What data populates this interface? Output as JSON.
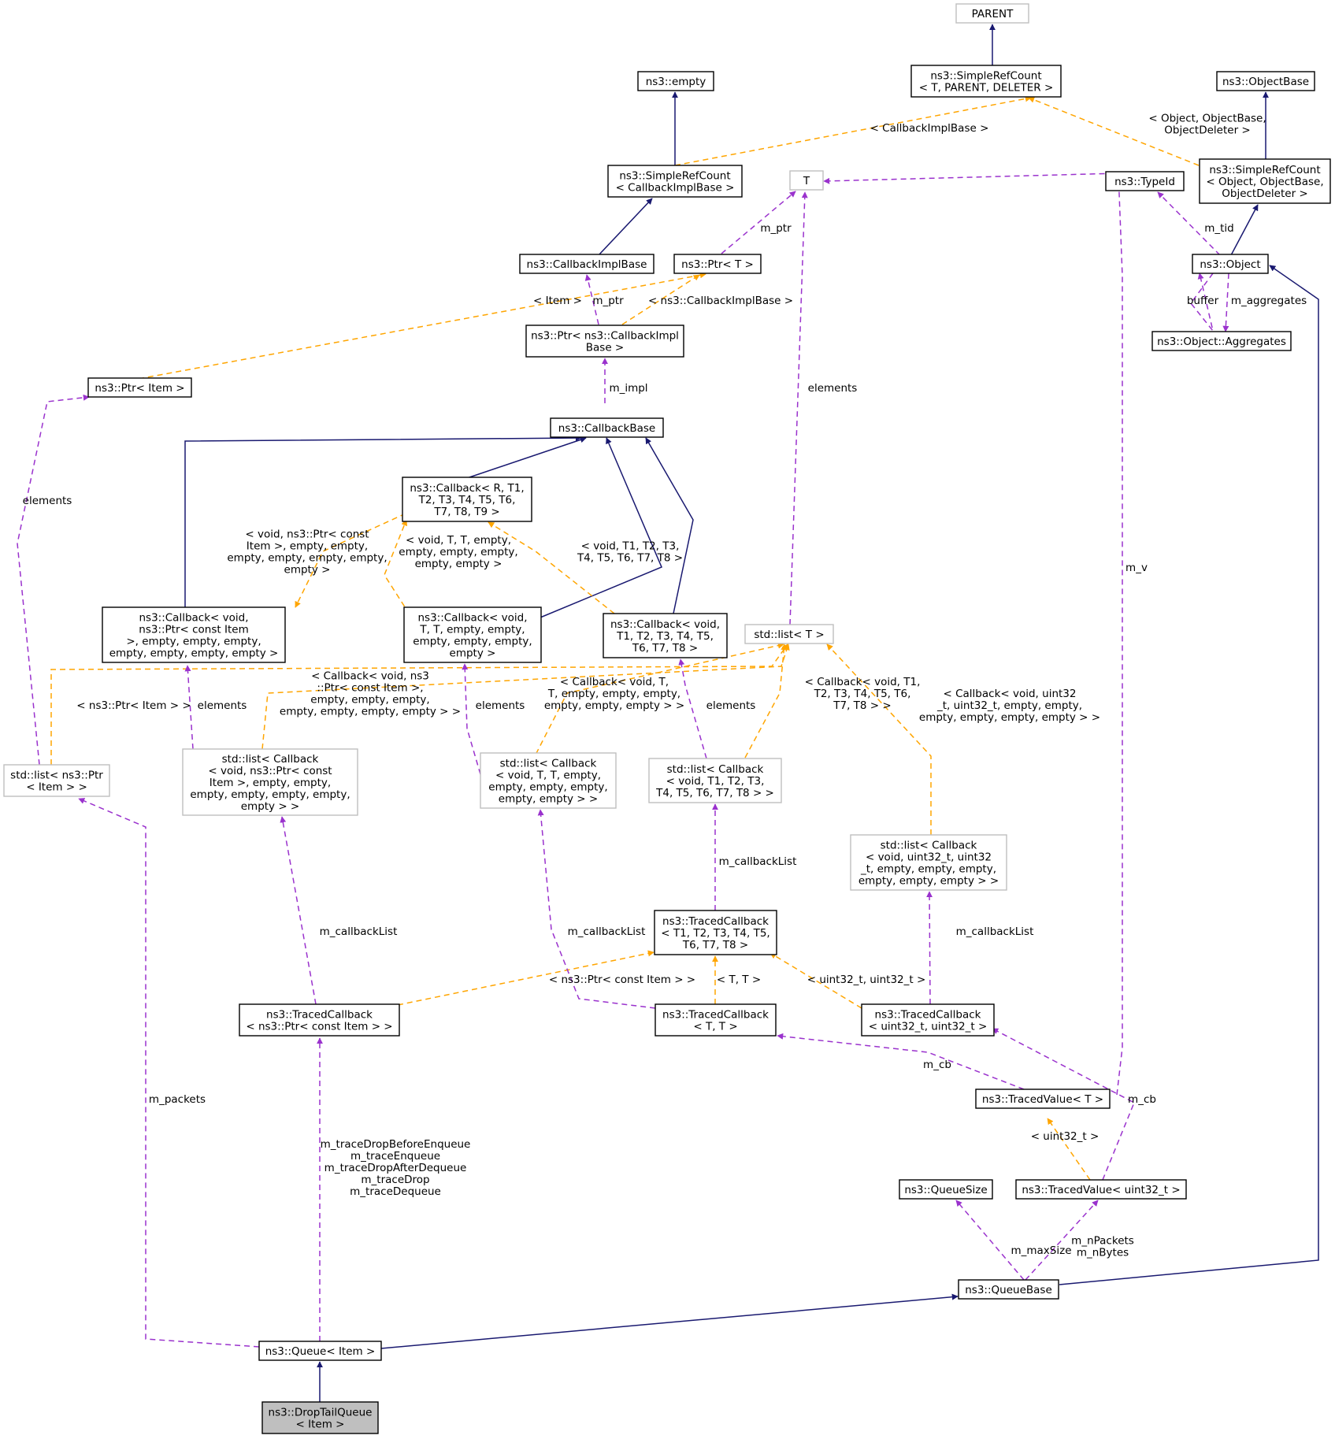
{
  "nodes": [
    {
      "id": "parent",
      "label": [
        "PARENT"
      ],
      "style": "gray"
    },
    {
      "id": "simplerefcount_t",
      "label": [
        "ns3::SimpleRefCount",
        "< T, PARENT, DELETER >"
      ]
    },
    {
      "id": "empty",
      "label": [
        "ns3::empty"
      ]
    },
    {
      "id": "objectbase",
      "label": [
        "ns3::ObjectBase"
      ]
    },
    {
      "id": "simplerefcount_cib",
      "label": [
        "ns3::SimpleRefCount",
        "< CallbackImplBase >"
      ]
    },
    {
      "id": "t",
      "label": [
        "T"
      ],
      "style": "gray"
    },
    {
      "id": "typeid",
      "label": [
        "ns3::TypeId"
      ]
    },
    {
      "id": "simplerefcount_obj",
      "label": [
        "ns3::SimpleRefCount",
        "< Object, ObjectBase,",
        "ObjectDeleter >"
      ]
    },
    {
      "id": "callbackimplbase",
      "label": [
        "ns3::CallbackImplBase"
      ]
    },
    {
      "id": "ptr_t",
      "label": [
        "ns3::Ptr< T >"
      ]
    },
    {
      "id": "object",
      "label": [
        "ns3::Object"
      ]
    },
    {
      "id": "ptr_cib",
      "label": [
        "ns3::Ptr< ns3::CallbackImpl",
        "Base >"
      ]
    },
    {
      "id": "aggregates",
      "label": [
        "ns3::Object::Aggregates"
      ]
    },
    {
      "id": "ptr_item",
      "label": [
        "ns3::Ptr< Item >"
      ]
    },
    {
      "id": "callbackbase",
      "label": [
        "ns3::CallbackBase"
      ]
    },
    {
      "id": "callback_r",
      "label": [
        "ns3::Callback< R, T1,",
        "T2, T3, T4, T5, T6,",
        "T7, T8, T9 >"
      ]
    },
    {
      "id": "callback_ptr",
      "label": [
        "ns3::Callback< void,",
        "ns3::Ptr< const Item",
        ">, empty, empty, empty,",
        "empty, empty, empty, empty >"
      ]
    },
    {
      "id": "callback_tt",
      "label": [
        "ns3::Callback< void,",
        "T, T, empty, empty,",
        "empty, empty, empty,",
        "empty >"
      ]
    },
    {
      "id": "callback_t1",
      "label": [
        "ns3::Callback< void,",
        "T1, T2, T3, T4, T5,",
        "T6, T7, T8 >"
      ]
    },
    {
      "id": "stdlist_t",
      "label": [
        "std::list< T >"
      ],
      "style": "gray"
    },
    {
      "id": "stdlist_ptritem",
      "label": [
        "std::list< ns3::Ptr",
        "< Item > >"
      ],
      "style": "gray"
    },
    {
      "id": "stdlist_cbptr",
      "label": [
        "std::list< Callback",
        "< void, ns3::Ptr< const",
        "Item >, empty, empty,",
        "empty, empty, empty, empty,",
        "empty > >"
      ],
      "style": "gray"
    },
    {
      "id": "stdlist_cbtt",
      "label": [
        "std::list< Callback",
        "< void, T, T, empty,",
        "empty, empty, empty,",
        "empty, empty > >"
      ],
      "style": "gray"
    },
    {
      "id": "stdlist_cbt1",
      "label": [
        "std::list< Callback",
        "< void, T1, T2, T3,",
        "T4, T5, T6, T7, T8 > >"
      ],
      "style": "gray"
    },
    {
      "id": "stdlist_cbu32",
      "label": [
        "std::list< Callback",
        "< void, uint32_t, uint32",
        "_t, empty, empty, empty,",
        "empty, empty, empty > >"
      ],
      "style": "gray"
    },
    {
      "id": "tracedcallback_t1",
      "label": [
        "ns3::TracedCallback",
        "< T1, T2, T3, T4, T5,",
        "T6, T7, T8 >"
      ]
    },
    {
      "id": "tracedcallback_ptr",
      "label": [
        "ns3::TracedCallback",
        "< ns3::Ptr< const Item > >"
      ]
    },
    {
      "id": "tracedcallback_tt",
      "label": [
        "ns3::TracedCallback",
        "< T, T >"
      ]
    },
    {
      "id": "tracedcallback_u32",
      "label": [
        "ns3::TracedCallback",
        "< uint32_t, uint32_t >"
      ]
    },
    {
      "id": "tracedvalue_t",
      "label": [
        "ns3::TracedValue< T >"
      ]
    },
    {
      "id": "queuesize",
      "label": [
        "ns3::QueueSize"
      ]
    },
    {
      "id": "tracedvalue_u32",
      "label": [
        "ns3::TracedValue< uint32_t >"
      ]
    },
    {
      "id": "queuebase",
      "label": [
        "ns3::QueueBase"
      ]
    },
    {
      "id": "queue_item",
      "label": [
        "ns3::Queue< Item >"
      ]
    },
    {
      "id": "droptailqueue",
      "label": [
        "ns3::DropTailQueue",
        "< Item >"
      ],
      "style": "focus"
    }
  ],
  "edges": [
    {
      "from": "parent",
      "to": "simplerefcount_t",
      "kind": "inheritance"
    },
    {
      "from": "empty",
      "to": "simplerefcount_cib",
      "kind": "inheritance"
    },
    {
      "from": "simplerefcount_t",
      "to": "simplerefcount_cib",
      "kind": "template",
      "label": [
        "< CallbackImplBase >"
      ]
    },
    {
      "from": "simplerefcount_t",
      "to": "simplerefcount_obj",
      "kind": "template",
      "label": [
        "< Object, ObjectBase,",
        "ObjectDeleter >"
      ]
    },
    {
      "from": "objectbase",
      "to": "simplerefcount_obj",
      "kind": "inheritance"
    },
    {
      "from": "simplerefcount_cib",
      "to": "callbackimplbase",
      "kind": "inheritance"
    },
    {
      "from": "simplerefcount_obj",
      "to": "object",
      "kind": "inheritance"
    },
    {
      "from": "t",
      "to": "ptr_t",
      "kind": "usage",
      "label": [
        "m_ptr"
      ]
    },
    {
      "from": "typeid",
      "to": "object",
      "kind": "usage",
      "label": [
        "m_tid"
      ]
    },
    {
      "from": "object",
      "to": "aggregates",
      "kind": "usage",
      "label": [
        "buffer"
      ]
    },
    {
      "from": "aggregates",
      "to": "object",
      "kind": "usage",
      "label": [
        "m_aggregates"
      ]
    },
    {
      "from": "callbackimplbase",
      "to": "ptr_cib",
      "kind": "usage",
      "label": [
        "m_ptr"
      ]
    },
    {
      "from": "ptr_t",
      "to": "ptr_cib",
      "kind": "template",
      "label": [
        "< ns3::CallbackImplBase >"
      ]
    },
    {
      "from": "ptr_t",
      "to": "ptr_item",
      "kind": "template",
      "label": [
        "< Item >"
      ]
    },
    {
      "from": "ptr_cib",
      "to": "callbackbase",
      "kind": "usage",
      "label": [
        "m_impl"
      ]
    },
    {
      "from": "callbackbase",
      "to": "callback_r",
      "kind": "inheritance"
    },
    {
      "from": "callbackbase",
      "to": "callback_ptr",
      "kind": "inheritance"
    },
    {
      "from": "callbackbase",
      "to": "callback_tt",
      "kind": "inheritance"
    },
    {
      "from": "callbackbase",
      "to": "callback_t1",
      "kind": "inheritance"
    },
    {
      "from": "callback_r",
      "to": "callback_ptr",
      "kind": "template",
      "label": [
        "< void, ns3::Ptr< const",
        "Item >, empty, empty,",
        "empty, empty, empty, empty,",
        "empty >"
      ]
    },
    {
      "from": "callback_r",
      "to": "callback_tt",
      "kind": "template",
      "label": [
        "< void, T, T, empty,",
        "empty, empty, empty,",
        "empty, empty >"
      ]
    },
    {
      "from": "callback_r",
      "to": "callback_t1",
      "kind": "template",
      "label": [
        "< void, T1, T2, T3,",
        "T4, T5, T6, T7, T8 >"
      ]
    },
    {
      "from": "t",
      "to": "stdlist_t",
      "kind": "usage",
      "label": [
        "elements"
      ]
    },
    {
      "from": "ptr_item",
      "to": "stdlist_ptritem",
      "kind": "usage",
      "label": [
        "elements"
      ]
    },
    {
      "from": "stdlist_t",
      "to": "stdlist_ptritem",
      "kind": "template",
      "label": [
        "< ns3::Ptr< Item > >"
      ]
    },
    {
      "from": "callback_ptr",
      "to": "stdlist_cbptr",
      "kind": "usage",
      "label": [
        "elements"
      ]
    },
    {
      "from": "stdlist_t",
      "to": "stdlist_cbptr",
      "kind": "template",
      "label": [
        "< Callback< void, ns3",
        "::Ptr< const Item >,",
        "empty, empty, empty,",
        "empty, empty, empty, empty > >"
      ]
    },
    {
      "from": "callback_tt",
      "to": "stdlist_cbtt",
      "kind": "usage",
      "label": [
        "elements"
      ]
    },
    {
      "from": "stdlist_t",
      "to": "stdlist_cbtt",
      "kind": "template",
      "label": [
        "< Callback< void, T,",
        "T, empty, empty, empty,",
        "empty, empty, empty > >"
      ]
    },
    {
      "from": "callback_t1",
      "to": "stdlist_cbt1",
      "kind": "usage",
      "label": [
        "elements"
      ]
    },
    {
      "from": "stdlist_t",
      "to": "stdlist_cbt1",
      "kind": "template",
      "label": [
        "< Callback< void, T1,",
        "T2, T3, T4, T5, T6,",
        "T7, T8 > >"
      ]
    },
    {
      "from": "stdlist_t",
      "to": "stdlist_cbu32",
      "kind": "template",
      "label": [
        "< Callback< void, uint32",
        "_t, uint32_t, empty, empty,",
        "empty, empty, empty, empty > >"
      ]
    },
    {
      "from": "stdlist_cbt1",
      "to": "tracedcallback_t1",
      "kind": "usage",
      "label": [
        "m_callbackList"
      ]
    },
    {
      "from": "stdlist_cbptr",
      "to": "tracedcallback_ptr",
      "kind": "usage",
      "label": [
        "m_callbackList"
      ]
    },
    {
      "from": "tracedcallback_t1",
      "to": "tracedcallback_ptr",
      "kind": "template",
      "label": [
        "< ns3::Ptr< const Item > >"
      ]
    },
    {
      "from": "stdlist_cbtt",
      "to": "tracedcallback_tt",
      "kind": "usage",
      "label": [
        "m_callbackList"
      ]
    },
    {
      "from": "tracedcallback_t1",
      "to": "tracedcallback_tt",
      "kind": "template",
      "label": [
        "< T, T >"
      ]
    },
    {
      "from": "stdlist_cbu32",
      "to": "tracedcallback_u32",
      "kind": "usage",
      "label": [
        "m_callbackList"
      ]
    },
    {
      "from": "tracedcallback_t1",
      "to": "tracedcallback_u32",
      "kind": "template",
      "label": [
        "< uint32_t, uint32_t >"
      ]
    },
    {
      "from": "tracedcallback_tt",
      "to": "tracedvalue_t",
      "kind": "usage",
      "label": [
        "m_cb"
      ]
    },
    {
      "from": "t",
      "to": "tracedvalue_t",
      "kind": "usage",
      "label": [
        "m_v"
      ]
    },
    {
      "from": "tracedvalue_t",
      "to": "tracedvalue_u32",
      "kind": "template",
      "label": [
        "< uint32_t >"
      ]
    },
    {
      "from": "tracedcallback_u32",
      "to": "tracedvalue_u32",
      "kind": "usage",
      "label": [
        "m_cb"
      ]
    },
    {
      "from": "queuesize",
      "to": "queuebase",
      "kind": "usage",
      "label": [
        "m_maxSize"
      ]
    },
    {
      "from": "tracedvalue_u32",
      "to": "queuebase",
      "kind": "usage",
      "label": [
        "m_nPackets",
        "m_nBytes"
      ]
    },
    {
      "from": "object",
      "to": "queuebase",
      "kind": "inheritance"
    },
    {
      "from": "queuebase",
      "to": "queue_item",
      "kind": "inheritance"
    },
    {
      "from": "stdlist_ptritem",
      "to": "queue_item",
      "kind": "usage",
      "label": [
        "m_packets"
      ]
    },
    {
      "from": "tracedcallback_ptr",
      "to": "queue_item",
      "kind": "usage",
      "label": [
        "m_traceDropBeforeEnqueue",
        "m_traceEnqueue",
        "m_traceDropAfterDequeue",
        "m_traceDrop",
        "m_traceDequeue"
      ]
    },
    {
      "from": "queue_item",
      "to": "droptailqueue",
      "kind": "inheritance"
    }
  ]
}
